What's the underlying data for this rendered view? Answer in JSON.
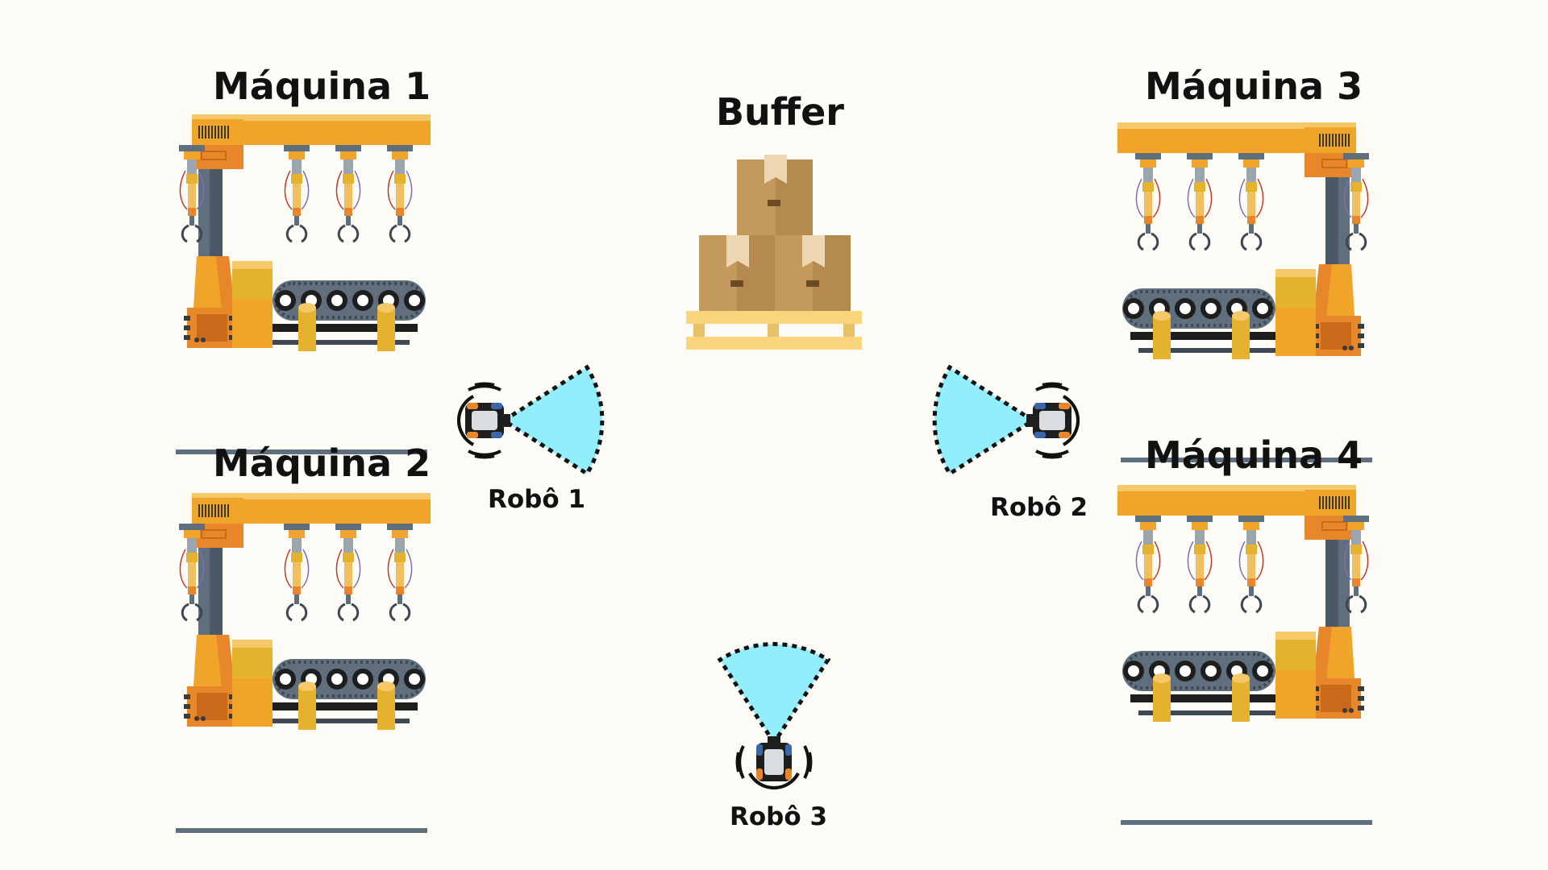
{
  "machines": [
    {
      "label": "Máquina 1",
      "icon": "factory-machine-icon"
    },
    {
      "label": "Máquina 2",
      "icon": "factory-machine-icon"
    },
    {
      "label": "Máquina 3",
      "icon": "factory-machine-icon"
    },
    {
      "label": "Máquina 4",
      "icon": "factory-machine-icon"
    }
  ],
  "buffer": {
    "label": "Buffer",
    "icon": "pallet-boxes-icon"
  },
  "robots": [
    {
      "label": "Robô 1",
      "icon": "mobile-robot-icon"
    },
    {
      "label": "Robô 2",
      "icon": "mobile-robot-icon"
    },
    {
      "label": "Robô 3",
      "icon": "mobile-robot-icon"
    }
  ],
  "colors": {
    "background": "#fdfbf6",
    "machine_orange": "#f0a52a",
    "machine_steel": "#5f6f7d",
    "box_brown": "#c49a5c",
    "pallet": "#fbd57e",
    "sensor_cone": "#93eefb"
  }
}
